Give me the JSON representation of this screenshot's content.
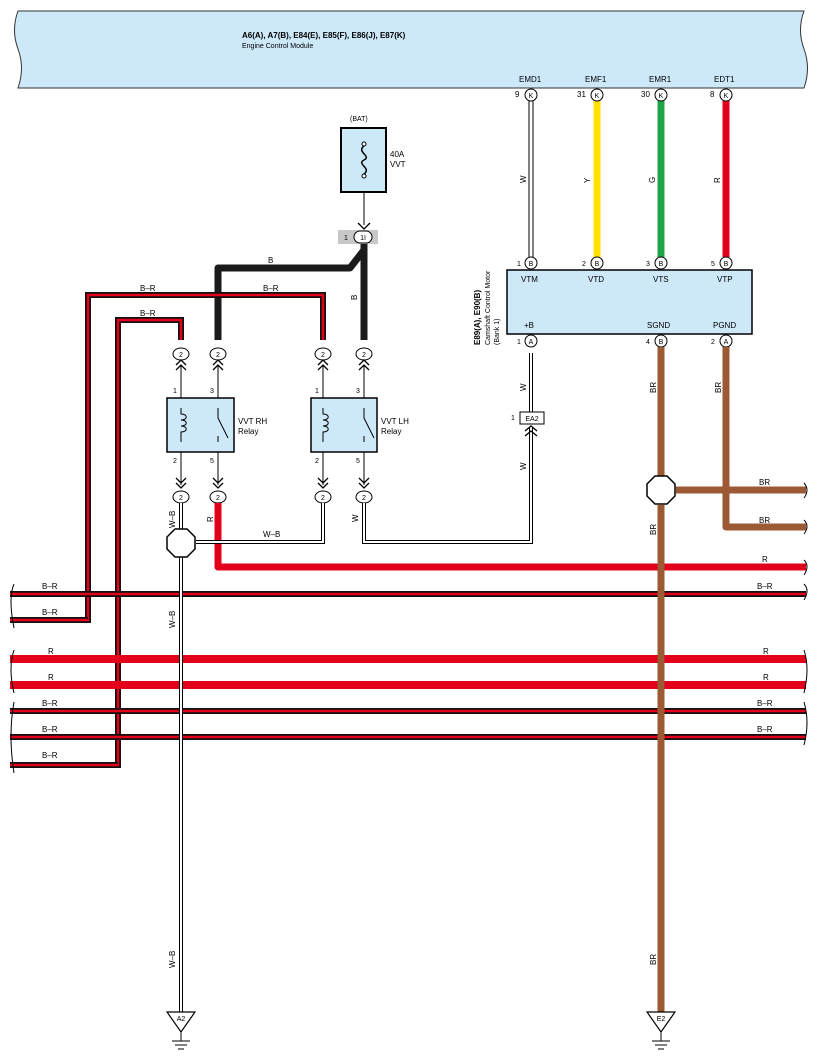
{
  "colors": {
    "panel_fill": "#cde8f8",
    "wire_red": "#e3001b",
    "wire_black": "#1a1a1a",
    "wire_yellow": "#ffe000",
    "wire_green": "#1fa44a",
    "wire_brown": "#9b5a34",
    "wire_white": "#ffffff"
  },
  "ecm": {
    "codes": "A6(A), A7(B), E84(E), E85(F), E86(J), E87(K)",
    "name": "Engine Control Module",
    "terminals": [
      {
        "name": "EMD1",
        "pin": "9",
        "conn": "K",
        "wire": "W"
      },
      {
        "name": "EMF1",
        "pin": "31",
        "conn": "K",
        "wire": "Y"
      },
      {
        "name": "EMR1",
        "pin": "30",
        "conn": "K",
        "wire": "G"
      },
      {
        "name": "EDT1",
        "pin": "8",
        "conn": "K",
        "wire": "R"
      }
    ]
  },
  "fuse": {
    "source": "(BAT)",
    "rating": "40A",
    "name": "VVT",
    "conn_pin": "1",
    "conn_id": "1I",
    "out_wire": "B"
  },
  "motor": {
    "codes": "E89(A), E90(B)",
    "name": "Camshaft Control Motor",
    "bank": "(Bank 1)",
    "top_pins": [
      {
        "pin": "1",
        "conn": "B",
        "label": "VTM"
      },
      {
        "pin": "2",
        "conn": "B",
        "label": "VTD"
      },
      {
        "pin": "3",
        "conn": "B",
        "label": "VTS"
      },
      {
        "pin": "5",
        "conn": "B",
        "label": "VTP"
      }
    ],
    "bottom_pins": [
      {
        "pin": "1",
        "conn": "A",
        "label": "+B"
      },
      {
        "pin": "4",
        "conn": "B",
        "label": "SGND"
      },
      {
        "pin": "2",
        "conn": "A",
        "label": "PGND"
      }
    ]
  },
  "relays": [
    {
      "name": "VVT RH",
      "sub": "Relay",
      "pins": [
        "1",
        "3",
        "2",
        "5"
      ],
      "conn": "2"
    },
    {
      "name": "VVT LH",
      "sub": "Relay",
      "pins": [
        "1",
        "3",
        "2",
        "5"
      ],
      "conn": "2"
    }
  ],
  "connector_ea2": {
    "pin": "1",
    "id": "EA2"
  },
  "wire_labels": {
    "b": "B",
    "br": "B–R",
    "wb": "W–B",
    "r": "R",
    "w": "W",
    "brown": "BR"
  },
  "grounds": [
    {
      "id": "A2"
    },
    {
      "id": "E2"
    }
  ]
}
